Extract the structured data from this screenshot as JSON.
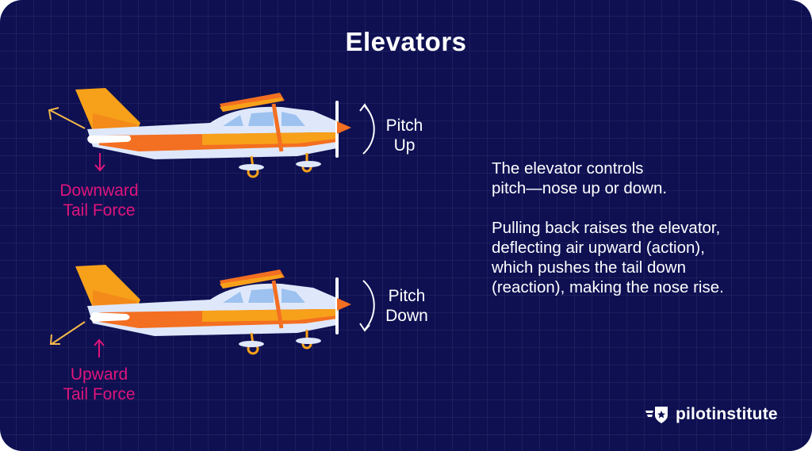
{
  "title": "Elevators",
  "top_diagram": {
    "pitch_label_line1": "Pitch",
    "pitch_label_line2": "Up",
    "force_label_line1": "Downward",
    "force_label_line2": "Tail Force"
  },
  "bottom_diagram": {
    "pitch_label_line1": "Pitch",
    "pitch_label_line2": "Down",
    "force_label_line1": "Upward",
    "force_label_line2": "Tail Force"
  },
  "description": {
    "paragraph1_line1": "The elevator controls",
    "paragraph1_line2": "pitch—nose up or down.",
    "paragraph2_line1": "Pulling back raises the elevator,",
    "paragraph2_line2": "deflecting air upward (action),",
    "paragraph2_line3": "which pushes the tail down",
    "paragraph2_line4": "(reaction), making the nose rise."
  },
  "brand": {
    "logo_text": "pilotinstitute",
    "logo_icon": "wing-star-badge-icon"
  },
  "colors": {
    "background": "#0e1052",
    "force_label": "#e0157a",
    "tail_orange": "#f7a11a",
    "stripe_orange": "#f36f21",
    "fuselage": "#dfe8fb",
    "deflection_arrow": "#f4b84a"
  }
}
